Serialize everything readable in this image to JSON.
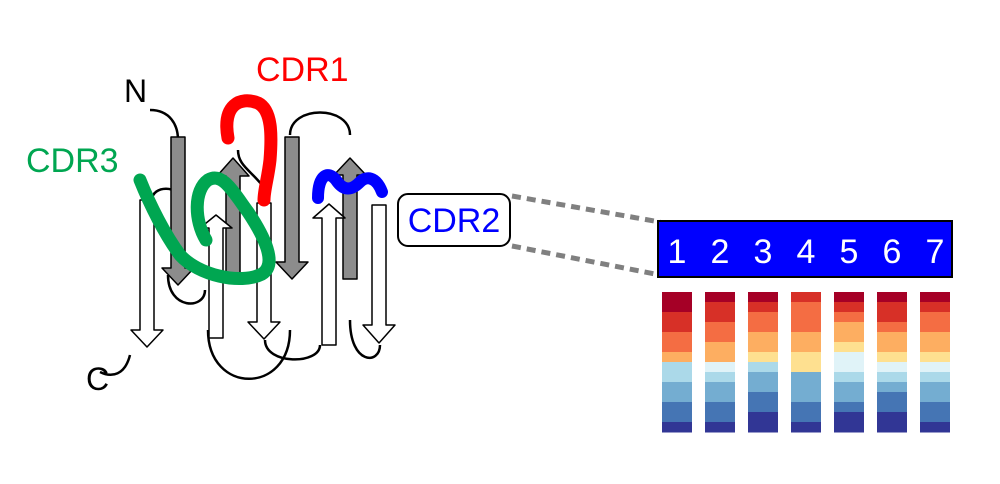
{
  "labels": {
    "n_terminus": "N",
    "c_terminus": "C",
    "cdr1": "CDR1",
    "cdr2": "CDR2",
    "cdr3": "CDR3"
  },
  "colors": {
    "cdr1": "#ff0000",
    "cdr2": "#0000ff",
    "cdr3": "#00a651",
    "strand_gray": "#8c8c8c",
    "strand_white": "#ffffff",
    "position_box": "#0000ff",
    "dashed_line": "#808080"
  },
  "positions": [
    "1",
    "2",
    "3",
    "4",
    "5",
    "6",
    "7"
  ],
  "heatmap": {
    "palette": [
      "#a50026",
      "#d73027",
      "#f46d43",
      "#fdae61",
      "#fee090",
      "#e0f3f8",
      "#abd9e9",
      "#74add1",
      "#4575b4",
      "#313695"
    ],
    "columns": [
      [
        0,
        0,
        1,
        1,
        2,
        2,
        3,
        6,
        6,
        7,
        7,
        8,
        8,
        9
      ],
      [
        0,
        1,
        1,
        2,
        2,
        3,
        3,
        5,
        6,
        7,
        7,
        8,
        8,
        9
      ],
      [
        0,
        1,
        2,
        2,
        3,
        3,
        4,
        6,
        7,
        7,
        8,
        8,
        9,
        9
      ],
      [
        1,
        2,
        2,
        2,
        3,
        3,
        4,
        4,
        7,
        7,
        7,
        8,
        8,
        9
      ],
      [
        0,
        1,
        2,
        3,
        3,
        4,
        5,
        5,
        6,
        7,
        7,
        8,
        9,
        9
      ],
      [
        0,
        1,
        1,
        2,
        3,
        3,
        4,
        5,
        6,
        7,
        8,
        8,
        9,
        9
      ],
      [
        0,
        1,
        2,
        2,
        3,
        3,
        4,
        5,
        6,
        7,
        7,
        8,
        8,
        9
      ]
    ]
  }
}
